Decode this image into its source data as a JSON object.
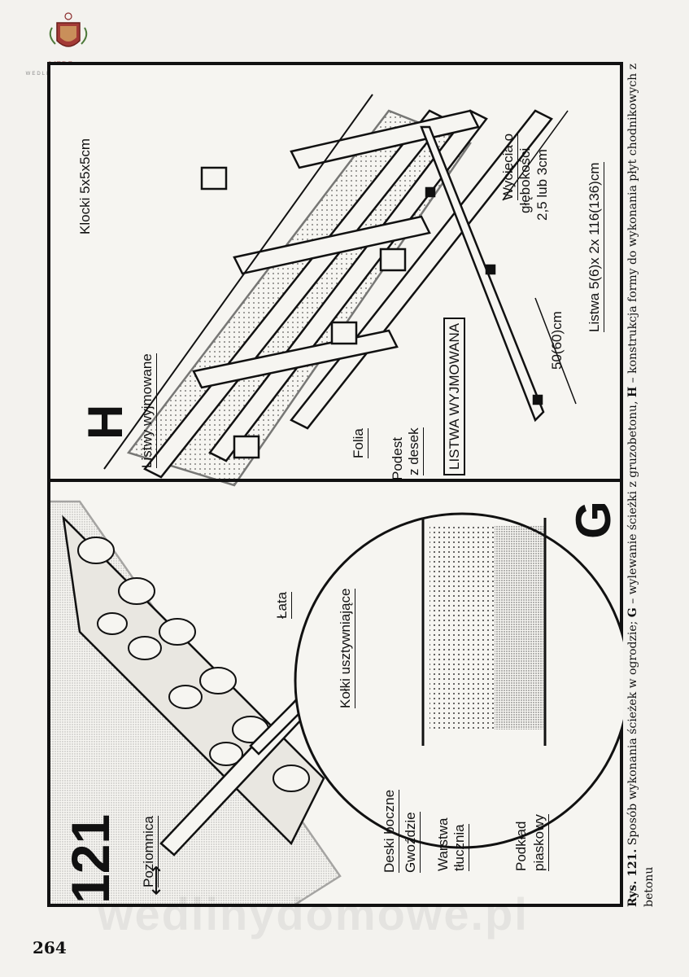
{
  "logo": {
    "name": "WĘDZ...",
    "url": "WEDLINYDOMOWE.PL"
  },
  "figure_number": "121",
  "panel_g": {
    "letter": "G",
    "labels": {
      "poziomnica": "Poziomnica",
      "lata": "Łata",
      "kolki": "Kołki usztywniające",
      "deski": "Deski boczne",
      "gwozdzie": "Gwoździe",
      "warstwa": "Warstwa",
      "tlucznia": "tłucznia",
      "podklad": "Podkład",
      "piaskowy": "piaskowy"
    }
  },
  "panel_h": {
    "letter": "H",
    "labels": {
      "klocki": "Klocki  5x5x5cm",
      "listwy": "Listwy wyjmowane",
      "folia": "Folia",
      "podest": "Podest",
      "z_desek": "z desek",
      "listwa_wyjmowana": "LISTWA WYJMOWANA",
      "wyciecia": "Wycięcia  o",
      "glebokosci": "głębokości",
      "gl_value": "2,5 lub 3cm",
      "dim": "50(60)cm",
      "listwa_size": "Listwa  5(6)x 2x 116(136)cm"
    }
  },
  "caption": {
    "lead": "Rys. 121.",
    "text": " Sposób wykonania ścieżek w ogrodzie; ",
    "g": "G",
    "g_text": " – wylewanie ścieżki z gruzobetonu, ",
    "h": "H",
    "h_text": " – konstrukcja formy do wykonania płyt chodnikowych z betonu"
  },
  "watermark": "wedlinydomowe.pl",
  "page_number": "264"
}
